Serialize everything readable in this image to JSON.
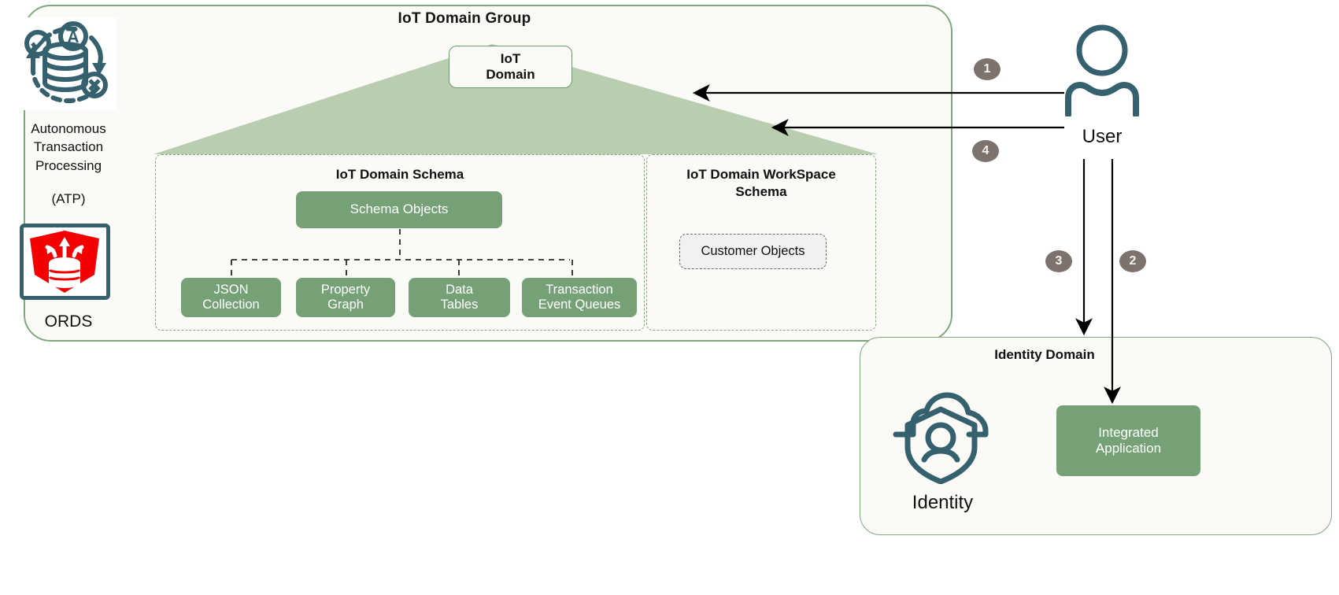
{
  "iot_group": {
    "title": "IoT Domain Group",
    "domain_box": "IoT\nDomain",
    "domain_box_line1": "IoT",
    "domain_box_line2": "Domain"
  },
  "left_column": {
    "atp_icon": "autonomous-transaction-processing-icon",
    "atp_label": "Autonomous\nTransaction\nProcessing",
    "atp_label_line1": "Autonomous",
    "atp_label_line2": "Transaction",
    "atp_label_line3": "Processing",
    "atp_sub": "(ATP)",
    "ords_icon": "ords-icon",
    "ords_label": "ORDS"
  },
  "schema_panel": {
    "title": "IoT Domain Schema",
    "root": "Schema Objects",
    "children": [
      {
        "line1": "JSON",
        "line2": "Collection"
      },
      {
        "line1": "Property",
        "line2": "Graph"
      },
      {
        "line1": "Data",
        "line2": "Tables"
      },
      {
        "line1": "Transaction",
        "line2": "Event Queues"
      }
    ]
  },
  "workspace_panel": {
    "title_line1": "IoT Domain WorkSpace",
    "title_line2": "Schema",
    "customer_objects": "Customer Objects"
  },
  "user": {
    "icon": "user-person-icon",
    "label": "User"
  },
  "identity_domain": {
    "title": "Identity Domain",
    "identity_icon": "identity-cloud-shield-person-icon",
    "identity_label": "Identity",
    "integrated_application_line1": "Integrated",
    "integrated_application_line2": "Application"
  },
  "flow_badges": [
    {
      "number": "1",
      "name": "badge-1"
    },
    {
      "number": "2",
      "name": "badge-2"
    },
    {
      "number": "3",
      "name": "badge-3"
    },
    {
      "number": "4",
      "name": "badge-4"
    }
  ],
  "colors": {
    "container_border": "#7fa87f",
    "container_fill": "#fbfaf7",
    "triangle_fill": "#b9cdb1",
    "green_box": "#76a176",
    "badge": "#7d736c",
    "icon_teal": "#35606e",
    "ords_red": "#f40000",
    "dashed_gray": "#6a6a6a"
  }
}
